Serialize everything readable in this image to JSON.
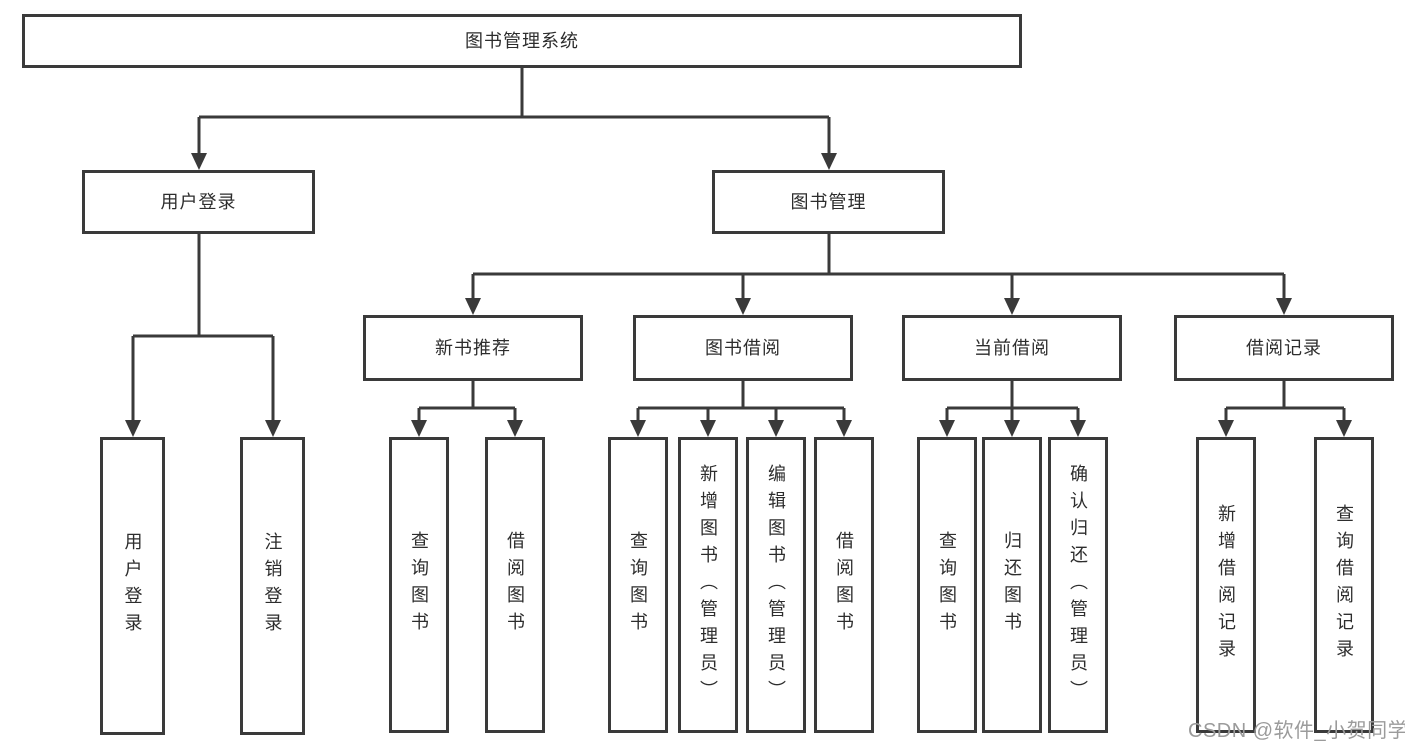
{
  "tree": {
    "root": {
      "label": "图书管理系统"
    },
    "branches": [
      {
        "label": "用户登录",
        "children": [
          {
            "label": "用户登录"
          },
          {
            "label": "注销登录"
          }
        ]
      },
      {
        "label": "图书管理",
        "children": [
          {
            "label": "新书推荐",
            "children": [
              {
                "label": "查询图书"
              },
              {
                "label": "借阅图书"
              }
            ]
          },
          {
            "label": "图书借阅",
            "children": [
              {
                "label": "查询图书"
              },
              {
                "label": "新增图书（管理员）"
              },
              {
                "label": "编辑图书（管理员）"
              },
              {
                "label": "借阅图书"
              }
            ]
          },
          {
            "label": "当前借阅",
            "children": [
              {
                "label": "查询图书"
              },
              {
                "label": "归还图书"
              },
              {
                "label": "确认归还（管理员）"
              }
            ]
          },
          {
            "label": "借阅记录",
            "children": [
              {
                "label": "新增借阅记录"
              },
              {
                "label": "查询借阅记录"
              }
            ]
          }
        ]
      }
    ]
  },
  "watermark": "CSDN @软件_小贺同学",
  "colors": {
    "line": "#3a3a3a",
    "box_border": "#3a3a3a",
    "text": "#2d2d2d",
    "watermark": "#9b9b9b",
    "background": "#ffffff"
  }
}
